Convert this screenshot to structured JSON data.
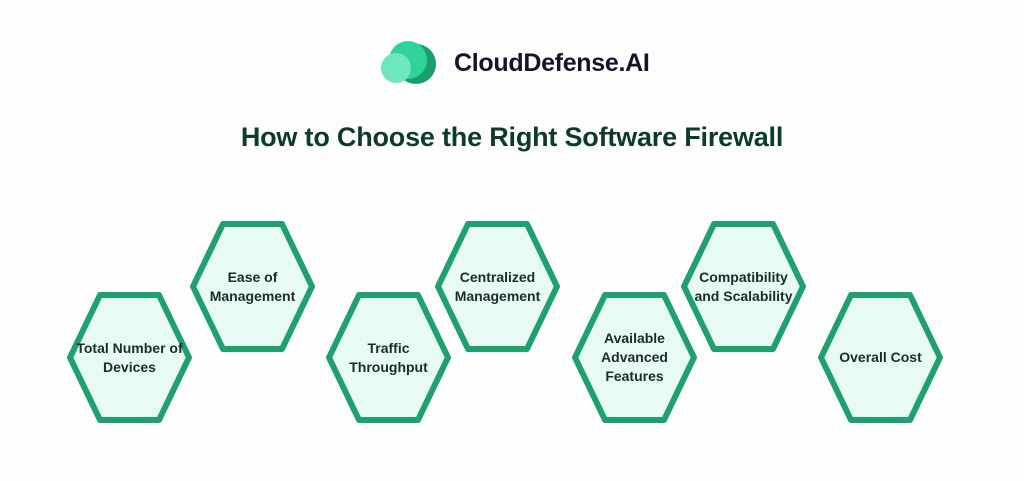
{
  "brand": {
    "name": "CloudDefense.AI",
    "icon": "cloud-logo-icon"
  },
  "title": "How to Choose the Right Software Firewall",
  "colors": {
    "hex_stroke": "#1fa06e",
    "hex_fill": "#e7faf3",
    "title": "#0e3a2c"
  },
  "factors": [
    {
      "label": "Total Number of Devices",
      "row": "lower"
    },
    {
      "label": "Ease of Management",
      "row": "upper"
    },
    {
      "label": "Traffic Throughput",
      "row": "lower"
    },
    {
      "label": "Centralized Management",
      "row": "upper"
    },
    {
      "label": "Available Advanced Features",
      "row": "lower"
    },
    {
      "label": "Compatibility and Scalability",
      "row": "upper"
    },
    {
      "label": "Overall Cost",
      "row": "lower"
    }
  ]
}
